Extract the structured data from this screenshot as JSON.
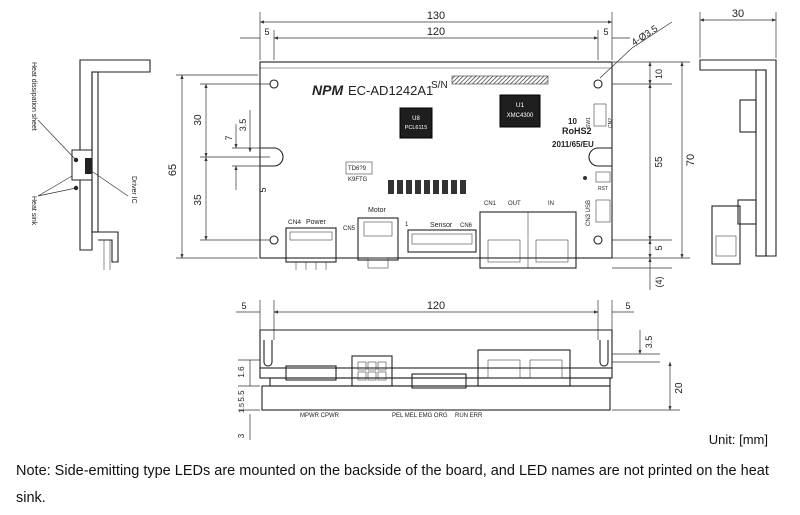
{
  "top_view": {
    "dim_overall_width": "130",
    "dim_inner_width": "120",
    "dim_margin_left": "5",
    "dim_margin_right": "5",
    "dim_hole": "4-Ø3.5",
    "dim_left_65": "65",
    "dim_left_30": "30",
    "dim_left_35": "35",
    "dim_left_7": "7",
    "dim_left_3_5": "3.5",
    "dim_left_5": "5",
    "dim_right_10": "10",
    "dim_right_55": "55",
    "dim_right_70": "70",
    "dim_right_5": "5",
    "dim_right_4": "(4)",
    "brand": "NPM",
    "model": "EC-AD1242A1",
    "serial_label": "S/N",
    "chip_u1_name": "U1",
    "chip_u1_part": "XMC4300",
    "chip_u8_name": "U8",
    "chip_u8_part": "PCL6115",
    "rohs_num": "10",
    "rohs_label": "RoHS2",
    "date_label": "2011/65/EU",
    "cn4_label": "CN4",
    "power_label": "Power",
    "cn5_label": "CN5",
    "motor_label": "Motor",
    "sensor_label": "Sensor",
    "cn6_label": "CN6",
    "cn1_label": "CN1",
    "out_label": "OUT",
    "in_label": "IN",
    "cn3_label": "CN3 USB",
    "cn2_label": "CN2",
    "sw_label": "SW1",
    "rst_label": "RST",
    "one_label": "1",
    "td_label": "TD6?9",
    "kftg_label": "K9FTG"
  },
  "side_view_left": {
    "heat_dissipation_label": "Heat dissipation sheet",
    "heat_sink_label": "Heat sink",
    "driver_ic_label": "Driver IC"
  },
  "side_view_right": {
    "dim_top": "30"
  },
  "front_view": {
    "dim_width": "120",
    "dim_left": "5",
    "dim_right": "5",
    "dim_3_5": "3.5",
    "dim_20": "20",
    "dim_1_6": "1.6",
    "dim_5_5": "5.5",
    "dim_1_5": "1.5",
    "dim_3": "3",
    "leds_left": "MPWR CPWR",
    "leds_mid": "PEL MEL EMG ORG",
    "leds_right": "RUN ERR"
  },
  "unit_label": "Unit: [mm]",
  "note": "Note: Side-emitting type LEDs are mounted on the backside of the board, and LED names are not printed on the heat sink."
}
